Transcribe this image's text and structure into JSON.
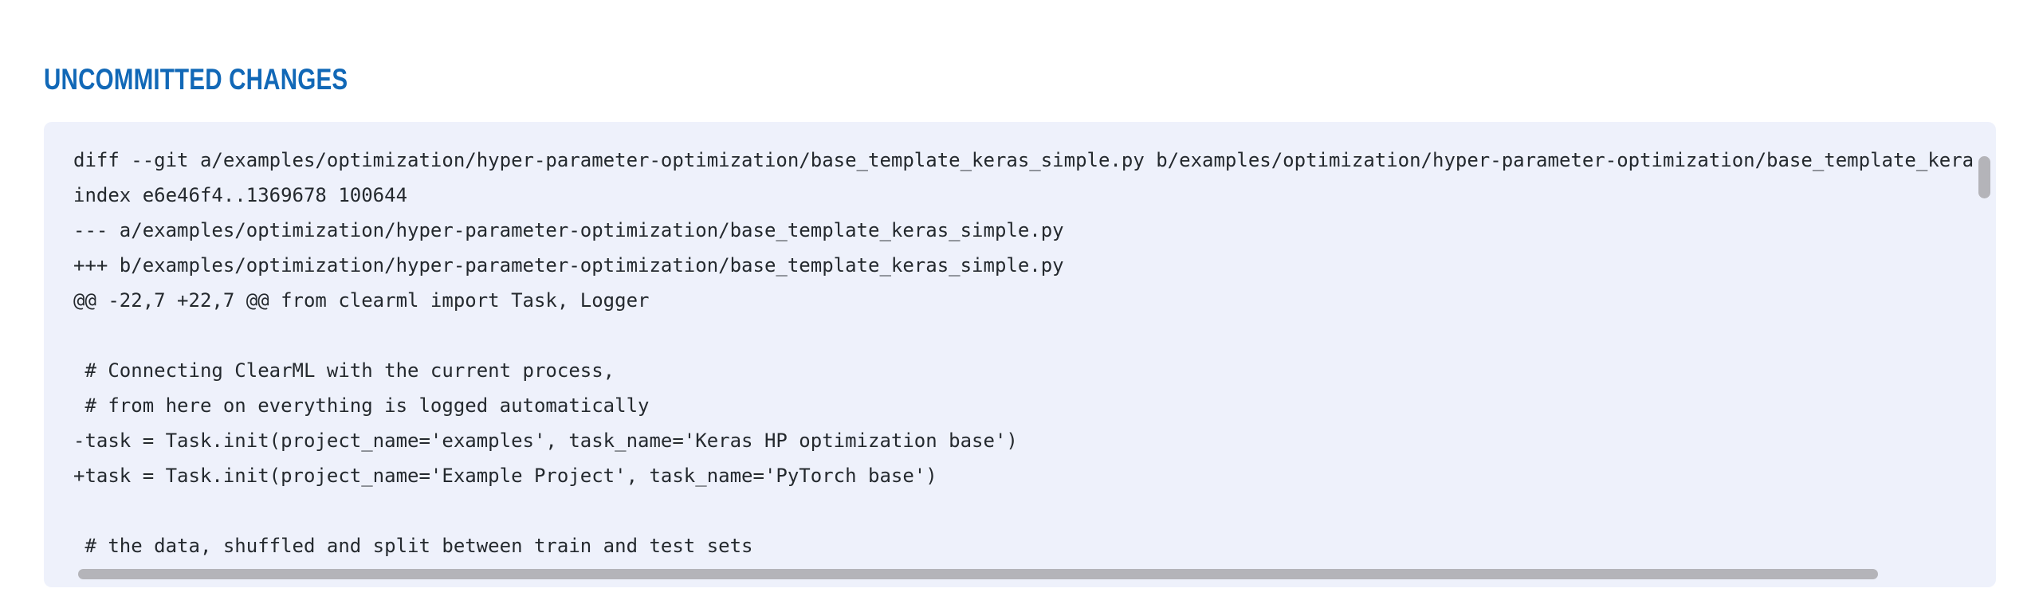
{
  "header": {
    "title": "UNCOMMITTED CHANGES"
  },
  "diff_panel": {
    "lines": [
      "diff --git a/examples/optimization/hyper-parameter-optimization/base_template_keras_simple.py b/examples/optimization/hyper-parameter-optimization/base_template_keras_simple.py",
      "index e6e46f4..1369678 100644",
      "--- a/examples/optimization/hyper-parameter-optimization/base_template_keras_simple.py",
      "+++ b/examples/optimization/hyper-parameter-optimization/base_template_keras_simple.py",
      "@@ -22,7 +22,7 @@ from clearml import Task, Logger",
      "",
      " # Connecting ClearML with the current process,",
      " # from here on everything is logged automatically",
      "-task = Task.init(project_name='examples', task_name='Keras HP optimization base')",
      "+task = Task.init(project_name='Example Project', task_name='PyTorch base')",
      "",
      " # the data, shuffled and split between train and test sets"
    ]
  },
  "colors": {
    "page_background": "#ffffff",
    "header_text": "#1168b7",
    "panel_background": "#eef1fb",
    "diff_text": "#24292e",
    "scrollbar_thumb": "#b4b4b9"
  }
}
